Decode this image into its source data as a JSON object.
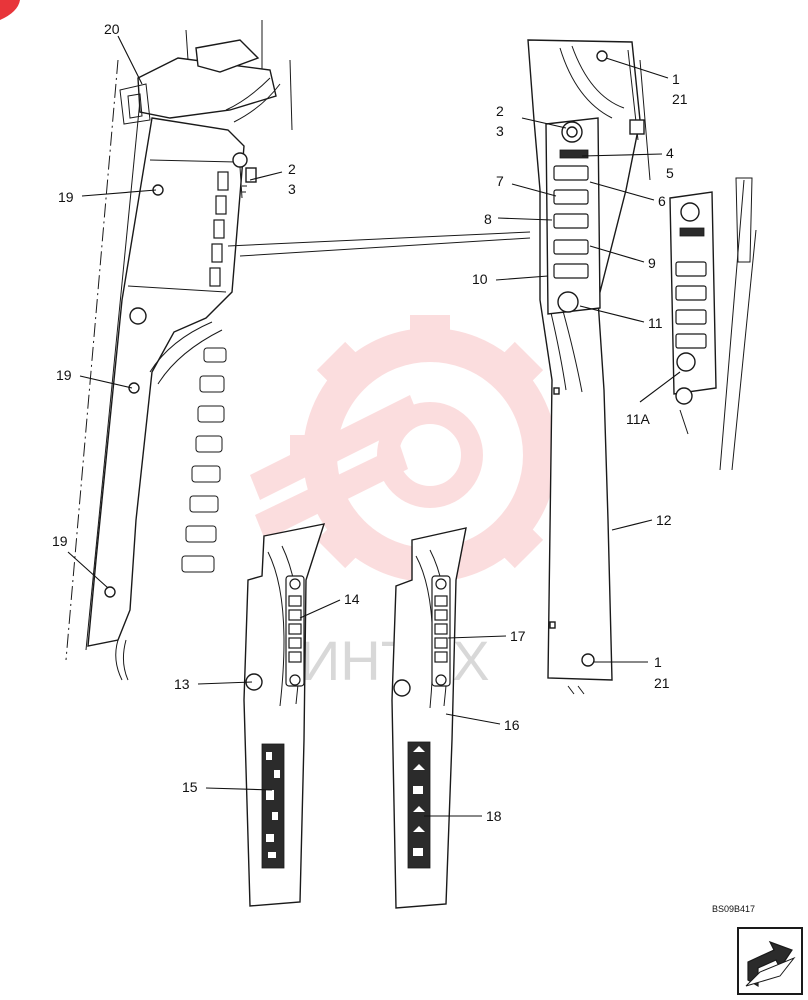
{
  "diagram": {
    "drawing_code": "BS09B417",
    "watermark_text": "ИНТЕХ",
    "colors": {
      "line": "#1a1a1a",
      "watermark": "#e8353a",
      "background": "#ffffff"
    },
    "icons": [
      "corner-badge",
      "watermark-gear-logo",
      "next-page-arrow-icon"
    ],
    "callouts": [
      {
        "id": "c20",
        "lines": [
          "20"
        ]
      },
      {
        "id": "c19a",
        "lines": [
          "19"
        ]
      },
      {
        "id": "c23a",
        "lines": [
          "2",
          "3"
        ]
      },
      {
        "id": "c19b",
        "lines": [
          "19"
        ]
      },
      {
        "id": "c19c",
        "lines": [
          "19"
        ]
      },
      {
        "id": "c121a",
        "lines": [
          "1",
          "21"
        ]
      },
      {
        "id": "c23b",
        "lines": [
          "2",
          "3"
        ]
      },
      {
        "id": "c45",
        "lines": [
          "4",
          "5"
        ]
      },
      {
        "id": "c7",
        "lines": [
          "7"
        ]
      },
      {
        "id": "c6",
        "lines": [
          "6"
        ]
      },
      {
        "id": "c8",
        "lines": [
          "8"
        ]
      },
      {
        "id": "c9",
        "lines": [
          "9"
        ]
      },
      {
        "id": "c10",
        "lines": [
          "10"
        ]
      },
      {
        "id": "c11",
        "lines": [
          "11"
        ]
      },
      {
        "id": "c11A",
        "lines": [
          "11A"
        ]
      },
      {
        "id": "c12",
        "lines": [
          "12"
        ]
      },
      {
        "id": "c14",
        "lines": [
          "14"
        ]
      },
      {
        "id": "c13",
        "lines": [
          "13"
        ]
      },
      {
        "id": "c17",
        "lines": [
          "17"
        ]
      },
      {
        "id": "c16",
        "lines": [
          "16"
        ]
      },
      {
        "id": "c15",
        "lines": [
          "15"
        ]
      },
      {
        "id": "c18",
        "lines": [
          "18"
        ]
      },
      {
        "id": "c121b",
        "lines": [
          "1",
          "21"
        ]
      }
    ]
  }
}
